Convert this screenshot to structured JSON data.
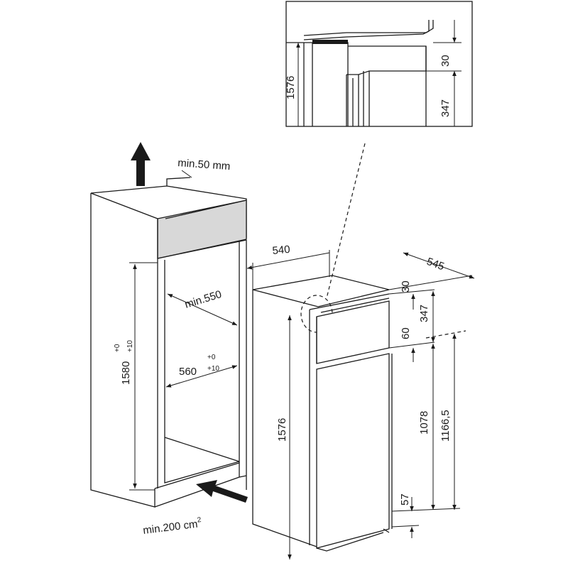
{
  "detail": {
    "height_total": "1576",
    "top_gap": "30",
    "lower": "347"
  },
  "niche": {
    "vent_top": "min.50 mm",
    "depth": "min.550",
    "width_main": "560",
    "width_tol_plus": "+0",
    "width_tol_minus": "+10",
    "height_main": "1580",
    "height_tol_plus": "+0",
    "height_tol_minus": "+10",
    "vent_bottom": "min.200 cm",
    "vent_bottom_sup": "2"
  },
  "appliance": {
    "width": "540",
    "depth": "545",
    "height": "1576",
    "top_gap": "30",
    "freezer_door": "347",
    "door_gap": "60",
    "fridge_door": "1078",
    "hinge_height": "1166,5",
    "bottom_gap": "57"
  }
}
